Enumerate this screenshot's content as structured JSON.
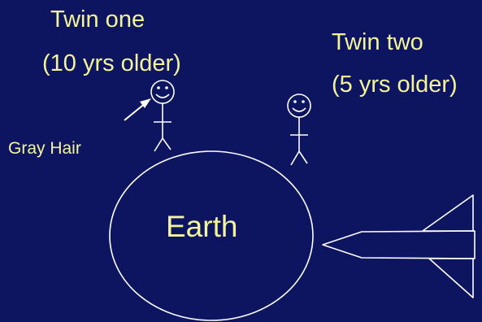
{
  "twin_one": {
    "name": "Twin one",
    "age_note": "(10 yrs older)"
  },
  "twin_two": {
    "name": "Twin two",
    "age_note": "(5 yrs older)"
  },
  "gray_hair_label": "Gray Hair",
  "earth_label": "Earth",
  "colors": {
    "background": "#0e1560",
    "text": "#f4f49a",
    "lines": "#ffffff"
  }
}
